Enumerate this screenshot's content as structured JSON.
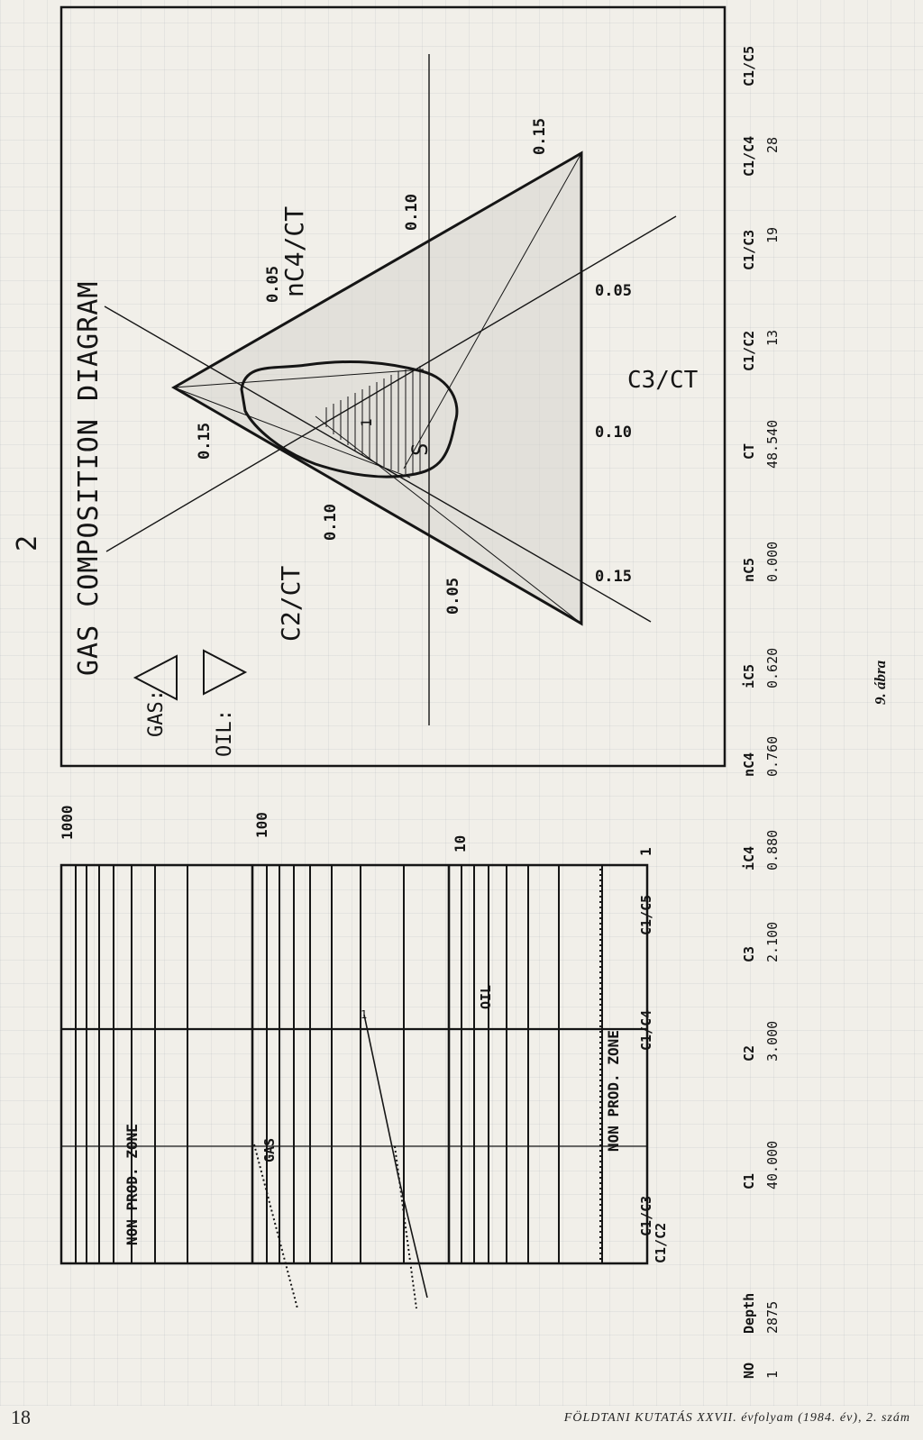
{
  "figure_number": "2",
  "gas_diagram": {
    "title": "GAS COMPOSITION DIAGRAM",
    "legend": {
      "gas": "GAS:",
      "oil": "OIL:"
    },
    "axes": {
      "c2": "C2/CT",
      "c3": "C3/CT",
      "nc4": "nC4/CT"
    },
    "ticks": {
      "c2": [
        "0.15",
        "0.10",
        "0.05"
      ],
      "c3": [
        "0.15",
        "0.10",
        "0.05"
      ],
      "nc4": [
        "0.15",
        "0.10",
        "0.05"
      ]
    },
    "point_labels": [
      "1",
      "S"
    ]
  },
  "caption": "9. ábra",
  "pixler_plot": {
    "zone_label": "NON PROD. ZONE",
    "region_labels": {
      "gas": "GAS",
      "oil": "OIL"
    },
    "y_ticks": [
      "1000",
      "100",
      "10",
      "1"
    ],
    "x_labels": [
      "C1/C2",
      "C1/C3",
      "C1/C4",
      "C1/C5"
    ]
  },
  "data_table": {
    "headers": [
      "NO",
      "Depth",
      "C1",
      "C2",
      "C3",
      "iC4",
      "nC4",
      "iC5",
      "nC5",
      "CT",
      "C1/C2",
      "C1/C3",
      "C1/C4",
      "C1/C5"
    ],
    "row": [
      "1",
      "2875",
      "40.000",
      "3.000",
      "2.100",
      "0.880",
      "0.760",
      "0.620",
      "0.000",
      "48.540",
      "13",
      "19",
      "28",
      ""
    ]
  },
  "footer": {
    "page_number": "18",
    "journal": "FÖLDTANI KUTATÁS XXVII. évfolyam (1984. év), 2. szám"
  }
}
